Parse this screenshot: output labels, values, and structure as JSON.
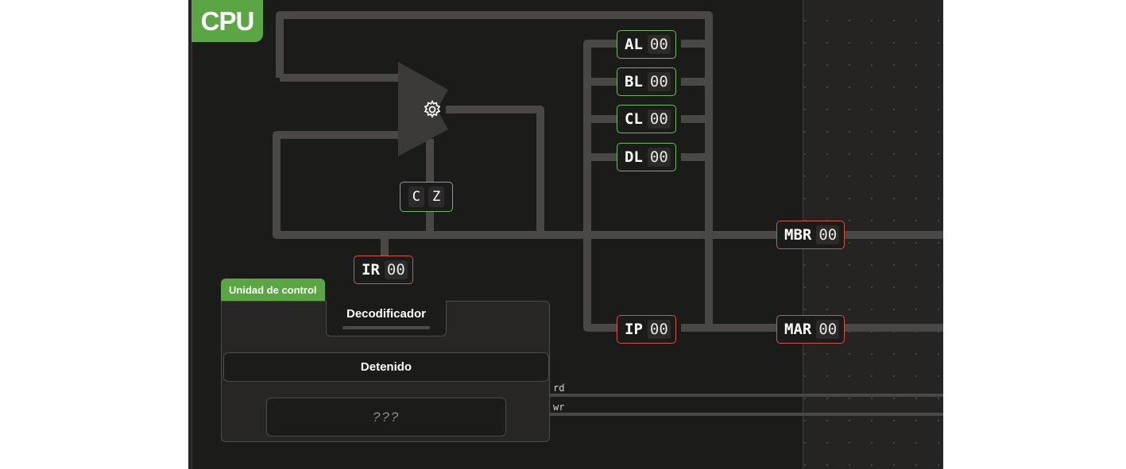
{
  "cpu": {
    "title": "CPU"
  },
  "registers": {
    "al": {
      "name": "AL",
      "value": "00"
    },
    "bl": {
      "name": "BL",
      "value": "00"
    },
    "cl": {
      "name": "CL",
      "value": "00"
    },
    "dl": {
      "name": "DL",
      "value": "00"
    },
    "ip": {
      "name": "IP",
      "value": "00"
    },
    "ir": {
      "name": "IR",
      "value": "00"
    },
    "mbr": {
      "name": "MBR",
      "value": "00"
    },
    "mar": {
      "name": "MAR",
      "value": "00"
    }
  },
  "flags": {
    "c": "C",
    "z": "Z"
  },
  "control_unit": {
    "title": "Unidad de control",
    "decoder": "Decodificador",
    "state": "Detenido",
    "instruction": "???"
  },
  "signals": {
    "rd": "rd",
    "wr": "wr"
  },
  "icons": {
    "alu": "gear-icon"
  },
  "colors": {
    "accent": "#5ca544",
    "register_border": "#71b65e",
    "memory_register_border": "#d05546",
    "wire": "#4a4846"
  }
}
